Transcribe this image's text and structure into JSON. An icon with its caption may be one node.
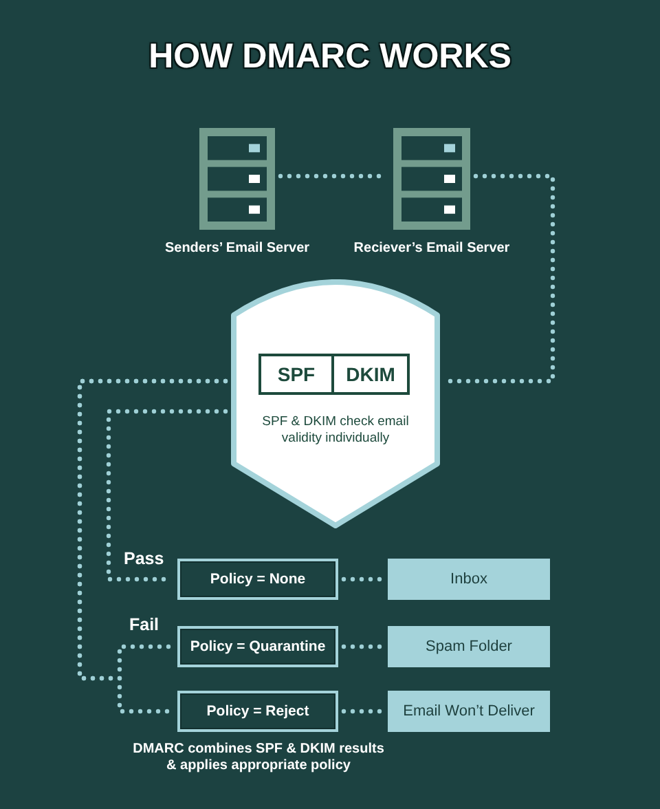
{
  "diagram": {
    "title": "HOW DMARC WORKS",
    "nodes": [
      {
        "text": [],
        "shape": "picture",
        "beside": [
          "Senders’ Email Server"
        ]
      },
      {
        "text": [],
        "shape": "picture",
        "beside": [
          "Reciever’s Email Server"
        ]
      },
      {
        "text": [
          "SPF & DKIM check email validity individually"
        ]
      },
      {
        "text": [
          "SPF"
        ],
        "in": 2
      },
      {
        "text": [
          "DKIM"
        ],
        "in": 2
      },
      {
        "text": [
          "Policy = None"
        ]
      },
      {
        "text": [
          "Inbox"
        ]
      },
      {
        "text": [
          "Policy = Quarantine"
        ]
      },
      {
        "text": [
          "Spam Folder"
        ]
      },
      {
        "text": [
          "Policy = Reject"
        ]
      },
      {
        "text": [
          "Email Won’t Deliver"
        ]
      }
    ],
    "edges": [
      {
        "from": 0,
        "to": 1,
        "arrow": "none"
      },
      {
        "from": 1,
        "to": 2,
        "arrow": "none"
      },
      {
        "from": 2,
        "to": 5,
        "arrow": "none",
        "label": "Pass"
      },
      {
        "from": 2,
        "to": 7,
        "arrow": "none",
        "label": "Fail"
      },
      {
        "from": 2,
        "to": 9,
        "arrow": "none"
      },
      {
        "from": 5,
        "to": 6,
        "arrow": "none"
      },
      {
        "from": 7,
        "to": 8,
        "arrow": "none"
      },
      {
        "from": 9,
        "to": 10,
        "arrow": "none"
      }
    ],
    "labels": [
      "DMARC combines SPF & DKIM results & applies appropriate policy"
    ]
  }
}
